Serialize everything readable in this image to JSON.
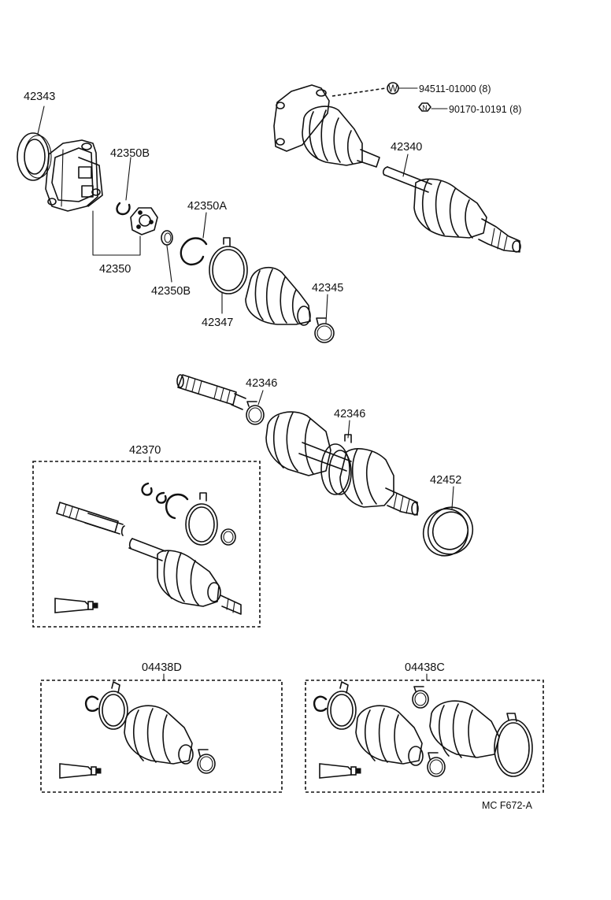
{
  "parts": {
    "p42343": "42343",
    "p42350B_top": "42350B",
    "p42350A": "42350A",
    "p42350": "42350",
    "p42350B_bottom": "42350B",
    "p42347": "42347",
    "p42345": "42345",
    "p42340": "42340",
    "p94511": "94511-01000 (8)",
    "p90170": "90170-10191 (8)",
    "p42346_a": "42346",
    "p42346_b": "42346",
    "p42452": "42452",
    "p42370": "42370",
    "p04438D": "04438D",
    "p04438C": "04438C"
  },
  "symbols": {
    "washer_symbol": "W",
    "nut_symbol": "N"
  },
  "figure_code": "MC F672-A"
}
